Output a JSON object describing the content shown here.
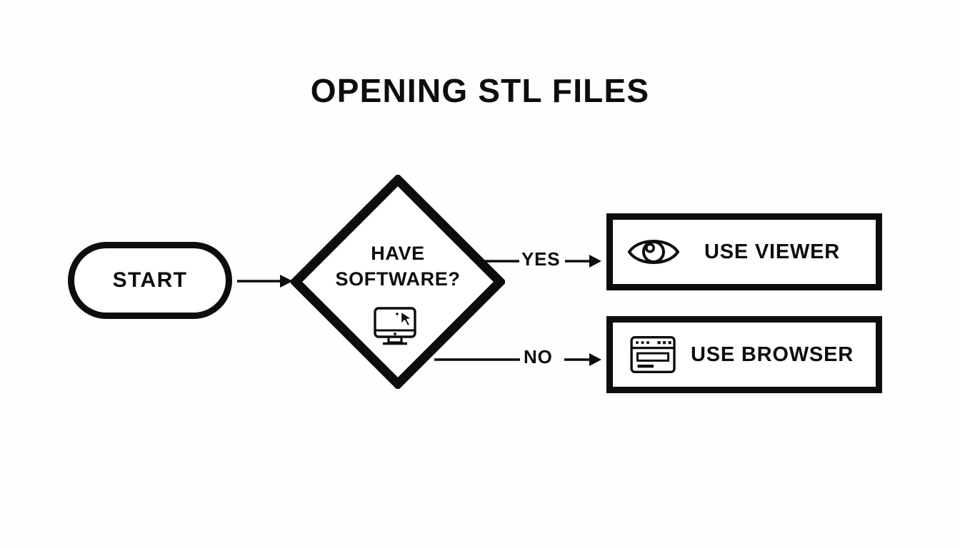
{
  "diagram": {
    "title": "OPENING STL FILES",
    "background_color": "#fefefe",
    "stroke_color": "#0d0d0d",
    "type": "flowchart",
    "nodes": {
      "start": {
        "label": "START",
        "shape": "stadium"
      },
      "decision": {
        "line1": "HAVE",
        "line2": "SOFTWARE?",
        "text": "HAVE SOFTWARE?",
        "shape": "diamond",
        "icon": "desktop-monitor-cursor-icon"
      },
      "viewer": {
        "label": "USE VIEWER",
        "shape": "rectangle",
        "icon": "eye-icon"
      },
      "browser": {
        "label": "USE BROWSER",
        "shape": "rectangle",
        "icon": "browser-window-icon"
      }
    },
    "edges": {
      "start_to_decision": {
        "label": ""
      },
      "decision_to_viewer": {
        "label": "YES"
      },
      "decision_to_browser": {
        "label": "NO"
      }
    }
  }
}
